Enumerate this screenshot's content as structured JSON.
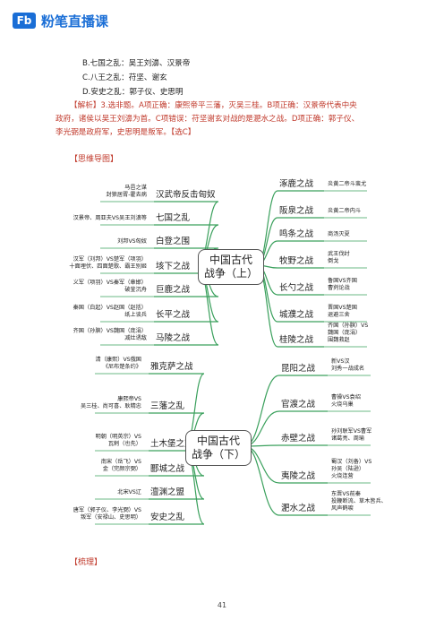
{
  "brand": {
    "logo_mark": "Fb",
    "name": "粉笔直播课"
  },
  "options": [
    "B.七国之乱：吴王刘濞、汉景帝",
    "C.八王之乱：苻坚、谢玄",
    "D.安史之乱：郭子仪、史思明"
  ],
  "analysis": {
    "line1": "【解析】3.选非题。A项正确：康熙帝平三藩，灭吴三桂。B项正确：汉景帝代表中央",
    "line2": "政府，诸侯以吴王刘濞为首。C项错误：苻坚谢玄对战的是淝水之战。D项正确：郭子仪、",
    "line3": "李光弼是政府军，史思明是叛军。【选C】"
  },
  "mindmap_title": "【思维导图】",
  "map1": {
    "center": [
      "中国古代",
      "战争（上）"
    ],
    "left": [
      {
        "label": "汉武帝反击匈奴",
        "note": [
          "马邑之谋",
          "封狼居胥-霍去病"
        ]
      },
      {
        "label": "七国之乱",
        "note": [
          "汉景帝、周亚夫VS吴王刘濞等"
        ]
      },
      {
        "label": "白登之围",
        "note": [
          "刘邦VS匈奴"
        ]
      },
      {
        "label": "垓下之战",
        "note": [
          "汉军（刘邦）VS楚军（项羽）",
          "十面埋伏、四面楚歌、霸王别姬"
        ]
      },
      {
        "label": "巨鹿之战",
        "note": [
          "义军（项羽）VS秦军（章邯）",
          "破釜沉舟"
        ]
      },
      {
        "label": "长平之战",
        "note": [
          "秦国（白起）VS赵国（赵括）",
          "纸上谈兵"
        ]
      },
      {
        "label": "马陵之战",
        "note": [
          "齐国（孙膑）VS魏国（庞涓）",
          "减灶诱敌"
        ]
      }
    ],
    "right": [
      {
        "label": "涿鹿之战",
        "note": [
          "炎黄二帝斗蚩尤"
        ]
      },
      {
        "label": "阪泉之战",
        "note": [
          "炎黄二帝内斗"
        ]
      },
      {
        "label": "鸣条之战",
        "note": [
          "商汤灭夏"
        ]
      },
      {
        "label": "牧野之战",
        "note": [
          "武王伐纣",
          "倒戈"
        ]
      },
      {
        "label": "长勺之战",
        "note": [
          "鲁国VS齐国",
          "曹刿论战"
        ]
      },
      {
        "label": "城濮之战",
        "note": [
          "晋国VS楚国",
          "退避三舍"
        ]
      },
      {
        "label": "桂陵之战",
        "note": [
          "齐国（孙膑）VS",
          "魏国（庞涓）",
          "围魏救赵"
        ]
      }
    ]
  },
  "map2": {
    "center": [
      "中国古代",
      "战争（下）"
    ],
    "left": [
      {
        "label": "雅克萨之战",
        "note": [
          "清（康熙）VS俄国",
          "《尼布楚条约》"
        ]
      },
      {
        "label": "三藩之乱",
        "note": [
          "康熙帝VS",
          "吴三桂、尚可喜、耿精忠"
        ]
      },
      {
        "label": "土木堡之变",
        "note": [
          "明朝（明英宗）VS",
          "瓦剌（也先）"
        ]
      },
      {
        "label": "郾城之战",
        "note": [
          "南宋（岳飞）VS",
          "金（完颜宗弼）"
        ]
      },
      {
        "label": "澶渊之盟",
        "note": [
          "北宋VS辽"
        ]
      },
      {
        "label": "安史之乱",
        "note": [
          "唐军（郭子仪、李光弼）VS",
          "叛军（安禄山、史思明）"
        ]
      }
    ],
    "right": [
      {
        "label": "昆阳之战",
        "note": [
          "新VS汉",
          "刘秀一战成名"
        ]
      },
      {
        "label": "官渡之战",
        "note": [
          "曹操VS袁绍",
          "火烧乌巢"
        ]
      },
      {
        "label": "赤壁之战",
        "note": [
          "孙刘联军VS曹军",
          "诸葛亮、周瑜"
        ]
      },
      {
        "label": "夷陵之战",
        "note": [
          "蜀汉（刘备）VS",
          "孙吴（陆逊）",
          "火烧连营"
        ]
      },
      {
        "label": "淝水之战",
        "note": [
          "东晋VS前秦",
          "投鞭断流、草木皆兵、",
          "风声鹤唳"
        ]
      }
    ]
  },
  "sorting_title": "【梳理】",
  "page_number": "41"
}
